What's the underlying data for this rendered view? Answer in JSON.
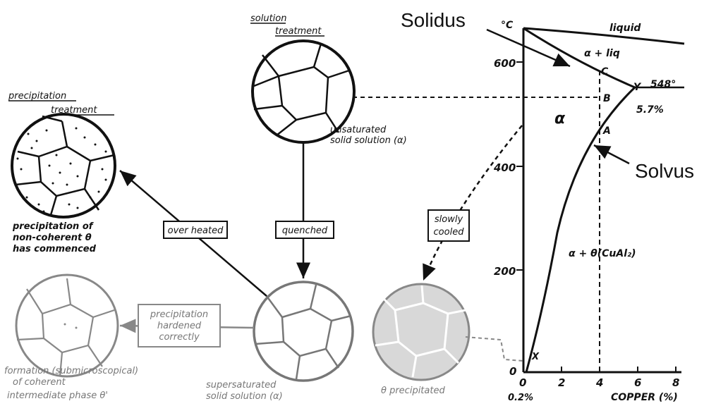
{
  "solution": {
    "title_1": "solution",
    "title_2": "treatment",
    "caption_1": "unsaturated",
    "caption_2": "solid solution (α)"
  },
  "precipitation": {
    "title_1": "precipitation",
    "title_2": "treatment",
    "caption_1": "precipitation of",
    "caption_2": "non-coherent θ",
    "caption_3": "has commenced"
  },
  "boxes": {
    "over_heated": "over heated",
    "quenched": "quenched",
    "slowly_cooled_1": "slowly",
    "slowly_cooled_2": "cooled",
    "hardened_1": "precipitation",
    "hardened_2": "hardened",
    "hardened_3": "correctly"
  },
  "coherent": {
    "caption_1": "formation (submicroscopical)",
    "caption_2": "of coherent",
    "caption_3": "intermediate phase θ'"
  },
  "supersaturated": {
    "caption_1": "supersaturated",
    "caption_2": "solid solution (α)"
  },
  "theta_precip": {
    "caption": "θ precipitated"
  },
  "phase_diagram": {
    "solidus_label": "Solidus",
    "solvus_label": "Solvus",
    "unit_label": "°C",
    "liquid_label": "liquid",
    "alpha_liq_label": "α + liq",
    "alpha_label": "α",
    "alpha_theta_label": "α + θ(CuAl₂)",
    "temp_548": "548°",
    "pct_57": "5.7%",
    "point_c": "C",
    "point_y": "Y",
    "point_b": "B",
    "point_a": "A",
    "point_x": "X",
    "y_ticks": [
      "600",
      "400",
      "200",
      "0"
    ],
    "x_ticks": [
      "0",
      "2",
      "4",
      "6",
      "8"
    ],
    "x_axis_label": "COPPER (%)",
    "pct_02": "0.2%"
  }
}
